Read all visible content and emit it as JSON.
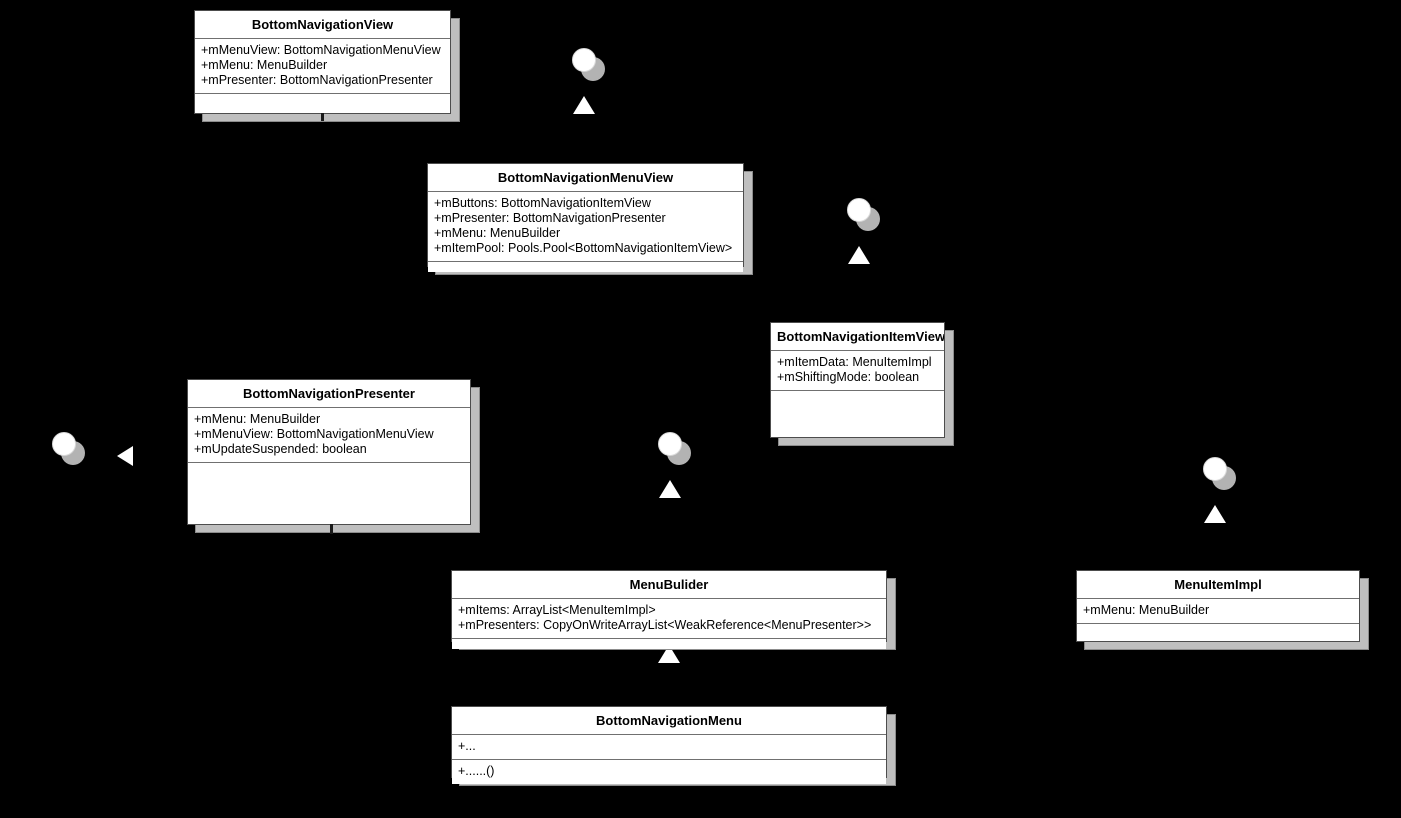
{
  "diagram": {
    "kind": "uml-class-diagram",
    "background_color": "#000000",
    "box_fill_color": "#ffffff",
    "box_border_color": "#4d4d4d",
    "shadow_color": "#bfbfbf",
    "marker_fill_color": "#ffffff",
    "marker_shadow_color": "#b3b3b3"
  },
  "classes": [
    {
      "id": "bottom-navigation-view",
      "name": "BottomNavigationView",
      "attributes": [
        "+mMenuView: BottomNavigationMenuView",
        "+mMenu: MenuBuilder",
        "+mPresenter: BottomNavigationPresenter"
      ],
      "operations": []
    },
    {
      "id": "bottom-navigation-menu-view",
      "name": "BottomNavigationMenuView",
      "attributes": [
        "+mButtons: BottomNavigationItemView",
        "+mPresenter: BottomNavigationPresenter",
        "+mMenu: MenuBuilder",
        "+mItemPool: Pools.Pool<BottomNavigationItemView>"
      ],
      "operations": []
    },
    {
      "id": "bottom-navigation-item-view",
      "name": "BottomNavigationItemView",
      "attributes": [
        "+mItemData: MenuItemImpl",
        "+mShiftingMode: boolean"
      ],
      "operations": []
    },
    {
      "id": "bottom-navigation-presenter",
      "name": "BottomNavigationPresenter",
      "attributes": [
        "+mMenu: MenuBuilder",
        "+mMenuView: BottomNavigationMenuView",
        "+mUpdateSuspended: boolean"
      ],
      "operations": []
    },
    {
      "id": "menu-bulider",
      "name": "MenuBulider",
      "attributes": [
        "+mItems: ArrayList<MenuItemImpl>",
        "+mPresenters: CopyOnWriteArrayList<WeakReference<MenuPresenter>>"
      ],
      "operations": []
    },
    {
      "id": "menu-item-impl",
      "name": "MenuItemImpl",
      "attributes": [
        "+mMenu: MenuBuilder"
      ],
      "operations": []
    },
    {
      "id": "bottom-navigation-menu",
      "name": "BottomNavigationMenu",
      "attributes": [
        "+..."
      ],
      "operations": [
        "+......()"
      ]
    }
  ],
  "markers": [
    {
      "id": "marker-1",
      "icon": "ball-with-shadow-and-up-triangle"
    },
    {
      "id": "marker-2",
      "icon": "ball-with-shadow-and-up-triangle"
    },
    {
      "id": "marker-3",
      "icon": "ball-with-shadow-and-up-triangle"
    },
    {
      "id": "marker-4",
      "icon": "ball-with-shadow-and-up-triangle"
    },
    {
      "id": "marker-5",
      "icon": "ball-with-shadow-and-left-triangle"
    }
  ]
}
